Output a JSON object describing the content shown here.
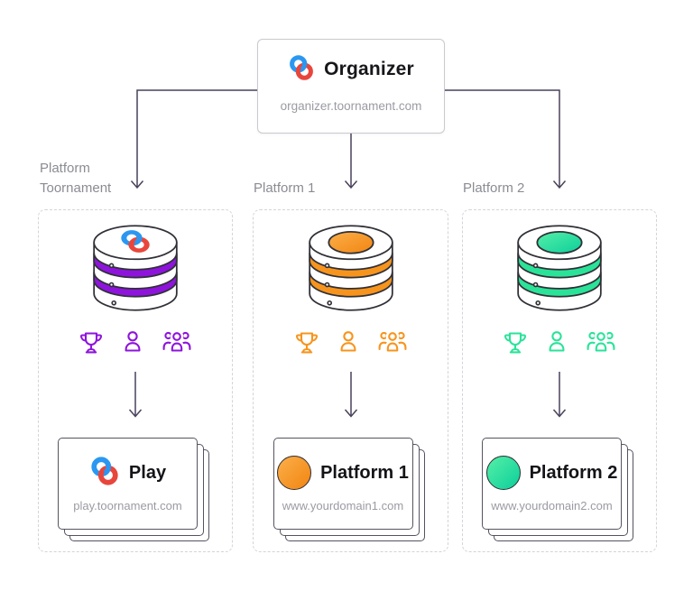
{
  "diagram": {
    "organizer": {
      "title": "Organizer",
      "domain": "organizer.toornament.com",
      "logo_icon": "toornament-rings-icon"
    },
    "sections": [
      {
        "label": "Platform Toornament",
        "accent": "#8e14dc",
        "accent_light": "#a32ae8",
        "accent_dark": "#7c0cc9",
        "database_icon": "database-toornament-icon",
        "feature_icons": [
          "trophy-icon",
          "participant-icon",
          "team-icon"
        ],
        "card": {
          "title": "Play",
          "domain": "play.toornament.com",
          "badge_icon": "toornament-rings-icon"
        }
      },
      {
        "label": "Platform 1",
        "accent": "#f7941d",
        "accent_light": "#fbaf4a",
        "accent_dark": "#f28511",
        "database_icon": "database-platform1-icon",
        "feature_icons": [
          "trophy-icon",
          "participant-icon",
          "team-icon"
        ],
        "card": {
          "title": "Platform 1",
          "domain": "www.yourdomain1.com",
          "badge_icon": "orange-circle-icon"
        }
      },
      {
        "label": "Platform 2",
        "accent": "#2ae398",
        "accent_light": "#55efa7",
        "accent_dark": "#0ccf9b",
        "database_icon": "database-platform2-icon",
        "feature_icons": [
          "trophy-icon",
          "participant-icon",
          "team-icon"
        ],
        "card": {
          "title": "Platform 2",
          "domain": "www.yourdomain2.com",
          "badge_icon": "green-circle-icon"
        }
      }
    ],
    "brand": {
      "blue": "#2b97f1",
      "red": "#e8463c"
    },
    "line_color": "#49415a"
  }
}
